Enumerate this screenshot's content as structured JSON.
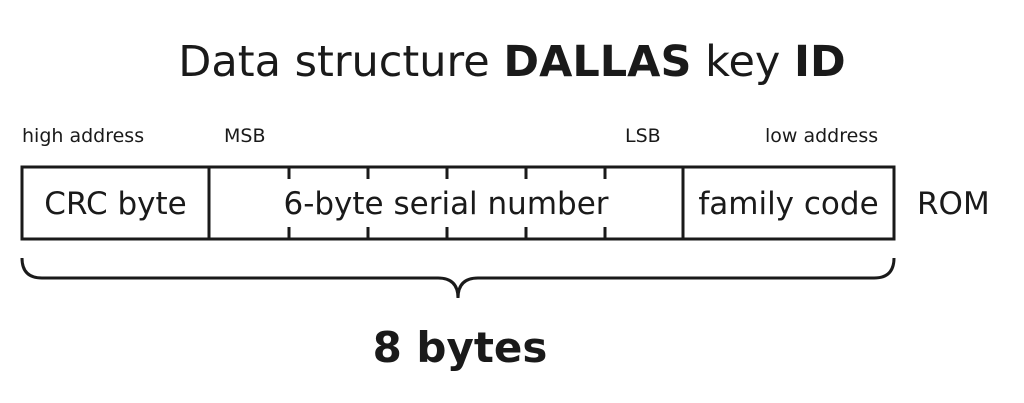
{
  "title": {
    "part1": "Data structure ",
    "bold1": "DALLAS",
    "part2": " key ",
    "bold2": "ID"
  },
  "labels": {
    "high_address": "high address",
    "msb": "MSB",
    "lsb": "LSB",
    "low_address": "low address"
  },
  "fields": {
    "crc": "CRC byte",
    "serial": "6-byte serial number",
    "family": "family code"
  },
  "rom_label": "ROM",
  "total_label": "8 bytes",
  "colors": {
    "stroke": "#1a1a1a",
    "background": "#ffffff"
  }
}
